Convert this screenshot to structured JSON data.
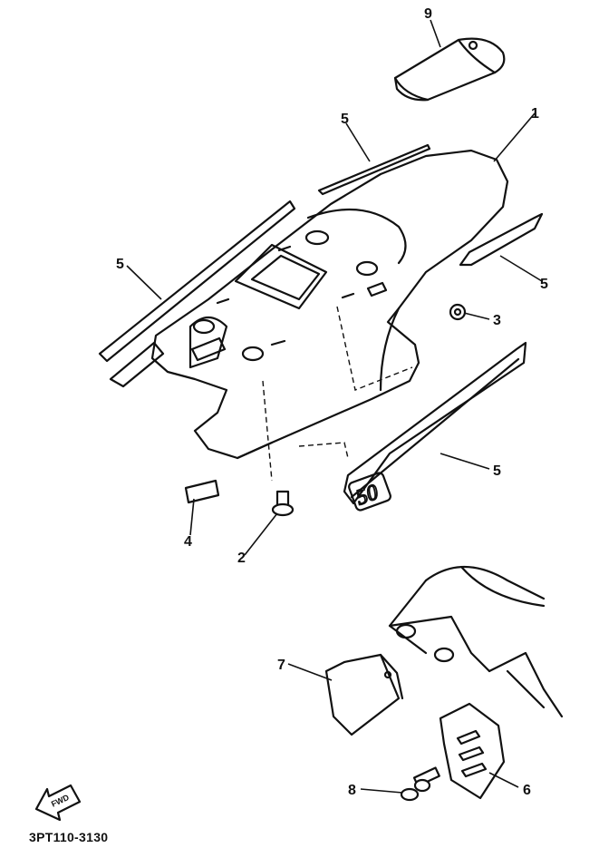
{
  "catalog_number": "3PT110-3130",
  "direction_indicator": "FWD",
  "emblem_text": "50",
  "callouts": [
    {
      "id": "c1",
      "label": "1"
    },
    {
      "id": "c2",
      "label": "2"
    },
    {
      "id": "c3",
      "label": "3"
    },
    {
      "id": "c4",
      "label": "4"
    },
    {
      "id": "c5a",
      "label": "5"
    },
    {
      "id": "c5b",
      "label": "5"
    },
    {
      "id": "c5c",
      "label": "5"
    },
    {
      "id": "c5d",
      "label": "5"
    },
    {
      "id": "c6",
      "label": "6"
    },
    {
      "id": "c7",
      "label": "7"
    },
    {
      "id": "c8",
      "label": "8"
    },
    {
      "id": "c9",
      "label": "9"
    }
  ]
}
